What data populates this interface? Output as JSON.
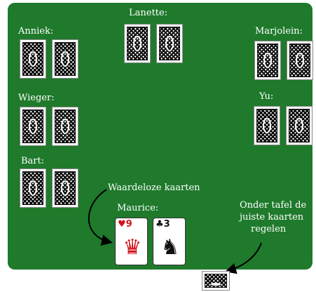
{
  "table": {
    "players": [
      {
        "name": "Lanette:"
      },
      {
        "name": "Anniek:"
      },
      {
        "name": "Marjolein:"
      },
      {
        "name": "Wieger:"
      },
      {
        "name": "Yu:"
      },
      {
        "name": "Bart:"
      },
      {
        "name": "Maurice:"
      }
    ],
    "annotations": {
      "worthless_cards": "Waardeloze kaarten",
      "under_table_line1": "Onder tafel de",
      "under_table_line2": "juiste kaarten",
      "under_table_line3": "regelen"
    },
    "maurice_cards": [
      {
        "rank": "9",
        "suit": "♥",
        "suit_name": "hearts",
        "color": "#d0141c",
        "art": "♛"
      },
      {
        "rank": "3",
        "suit": "♣",
        "suit_name": "clubs",
        "color": "#111111",
        "art": "♞"
      }
    ]
  },
  "colors": {
    "felt": "#1f7a2c",
    "label_text": "#ffffff"
  }
}
